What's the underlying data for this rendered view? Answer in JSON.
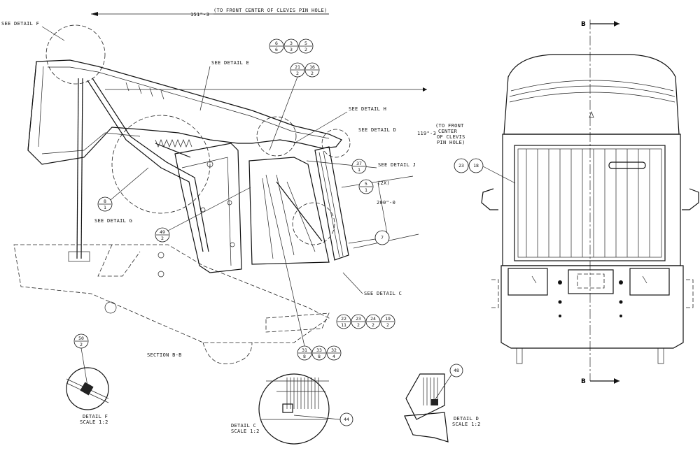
{
  "dimension": {
    "top_text": "151\"-3",
    "top_note": "(TO FRONT CENTER OF CLEVIS PIN HOLE)"
  },
  "right_dim": {
    "value": "119\"-3",
    "note_line1": "(TO FRONT",
    "note_line2": "CENTER",
    "note_line3": "OF CLEVIS",
    "note_line4": "PIN HOLE)"
  },
  "mid_dim": "200\"-0",
  "qty_note": "(2X)",
  "callouts": {
    "see_detail_f": "SEE DETAIL F",
    "see_detail_e": "SEE DETAIL E",
    "see_detail_h": "SEE DETAIL H",
    "see_detail_d": "SEE DETAIL D",
    "see_detail_g": "SEE DETAIL G",
    "see_detail_j": "SEE DETAIL J",
    "see_detail_c": "SEE DETAIL C"
  },
  "section": "SECTION B-B",
  "section_markers": {
    "top": "B",
    "bottom": "B"
  },
  "details": {
    "f": {
      "title": "DETAIL F",
      "scale": "SCALE 1:2"
    },
    "c": {
      "title": "DETAIL C",
      "scale": "SCALE 1:2"
    },
    "d": {
      "title": "DETAIL D",
      "scale": "SCALE 1:2"
    }
  },
  "balloons": [
    {
      "top": "6",
      "bot": "6"
    },
    {
      "top": "3",
      "bot": "3"
    },
    {
      "top": "5",
      "bot": "2"
    },
    {
      "top": "21",
      "bot": "2"
    },
    {
      "top": "16",
      "bot": "2"
    },
    {
      "top": "37",
      "bot": "1"
    },
    {
      "top": "8",
      "bot": "1"
    },
    {
      "top": "49",
      "bot": "2"
    },
    {
      "top": "5",
      "bot": "1"
    },
    {
      "top": "7",
      "bot": ""
    },
    {
      "top": "22",
      "bot": "11"
    },
    {
      "top": "23",
      "bot": "2"
    },
    {
      "top": "24",
      "bot": "2"
    },
    {
      "top": "19",
      "bot": "2"
    },
    {
      "top": "31",
      "bot": "8"
    },
    {
      "top": "33",
      "bot": "8"
    },
    {
      "top": "32",
      "bot": "4"
    },
    {
      "top": "50",
      "bot": "2"
    },
    {
      "top": "44",
      "bot": ""
    },
    {
      "top": "48",
      "bot": ""
    },
    {
      "top": "23",
      "bot": ""
    },
    {
      "top": "18",
      "bot": ""
    }
  ]
}
